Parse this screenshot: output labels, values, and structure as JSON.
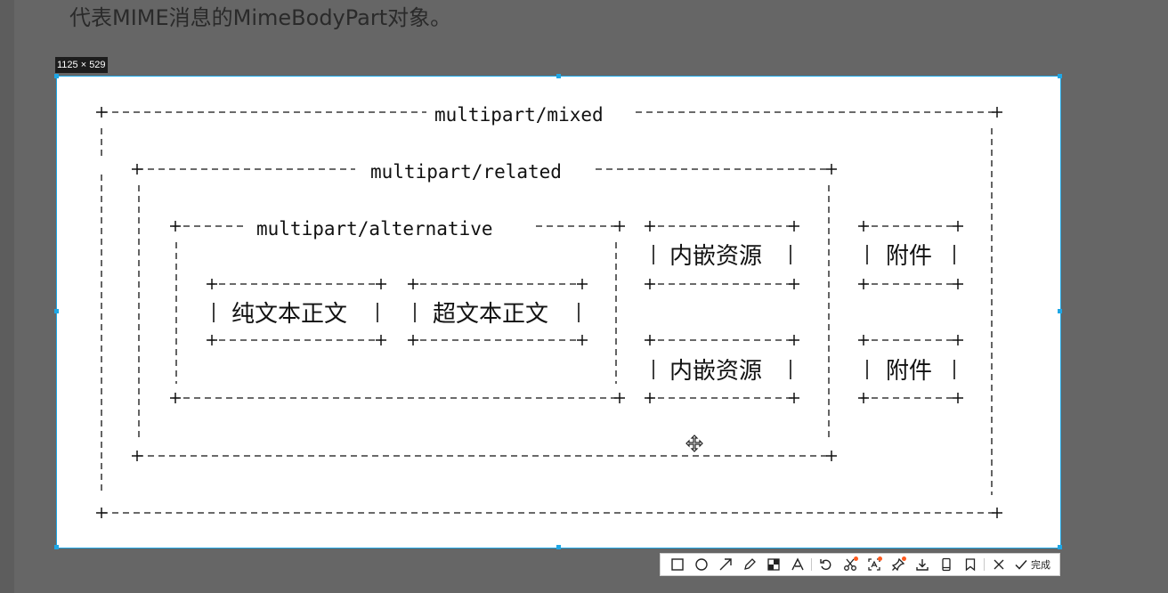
{
  "document": {
    "text_line": "代表MIME消息的MimeBodyPart对象。"
  },
  "capture": {
    "size_label": "1125 × 529",
    "accent_color": "#1ea7e6"
  },
  "diagram": {
    "outer_label": "multipart/mixed",
    "related_label": "multipart/related",
    "alternative_label": "multipart/alternative",
    "plain_body_label": "纯文本正文",
    "html_body_label": "超文本正文",
    "inline_resource_label_1": "内嵌资源",
    "inline_resource_label_2": "内嵌资源",
    "attachment_label_1": "附件",
    "attachment_label_2": "附件"
  },
  "toolbar": {
    "tools": [
      {
        "icon": "rectangle-icon"
      },
      {
        "icon": "ellipse-icon"
      },
      {
        "icon": "arrow-icon"
      },
      {
        "icon": "pencil-icon"
      },
      {
        "icon": "mosaic-icon"
      },
      {
        "icon": "text-icon"
      },
      {
        "icon": "undo-icon"
      },
      {
        "icon": "scissors-icon"
      },
      {
        "icon": "ocr-icon"
      },
      {
        "icon": "pin-icon"
      },
      {
        "icon": "download-icon"
      },
      {
        "icon": "phone-icon"
      },
      {
        "icon": "bookmark-icon"
      },
      {
        "icon": "close-icon"
      }
    ],
    "done_label": "完成",
    "badge_color": "#ff5a1f"
  }
}
